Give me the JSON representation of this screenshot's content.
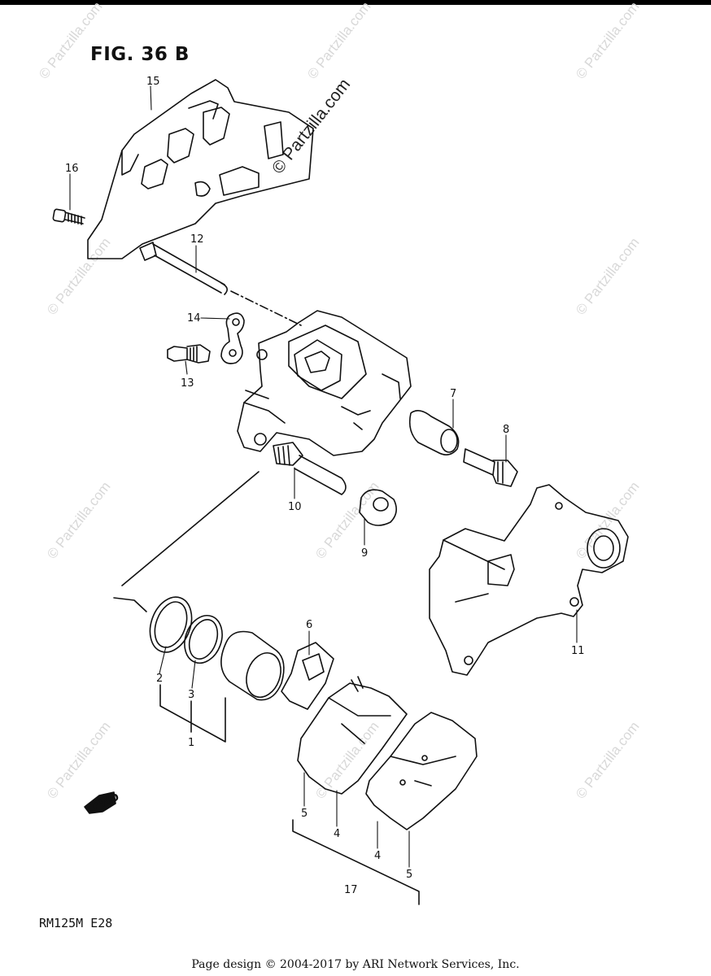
{
  "figure": {
    "title": "FIG. 36 B",
    "model_code": "RM125M  E28",
    "copyright_mark": "© Partzilla.com",
    "watermark_text": "© Partzilla.com",
    "fwd_label": "FWD"
  },
  "footer": {
    "text": "Page design © 2004-2017 by ARI Network Services, Inc."
  },
  "callouts": [
    {
      "id": "c15",
      "label": "15"
    },
    {
      "id": "c16",
      "label": "16"
    },
    {
      "id": "c12",
      "label": "12"
    },
    {
      "id": "c14",
      "label": "14"
    },
    {
      "id": "c13",
      "label": "13"
    },
    {
      "id": "c7",
      "label": "7"
    },
    {
      "id": "c8",
      "label": "8"
    },
    {
      "id": "c10",
      "label": "10"
    },
    {
      "id": "c9",
      "label": "9"
    },
    {
      "id": "c11",
      "label": "11"
    },
    {
      "id": "c6",
      "label": "6"
    },
    {
      "id": "c2",
      "label": "2"
    },
    {
      "id": "c3",
      "label": "3"
    },
    {
      "id": "c1",
      "label": "1"
    },
    {
      "id": "c5a",
      "label": "5"
    },
    {
      "id": "c4a",
      "label": "4"
    },
    {
      "id": "c4b",
      "label": "4"
    },
    {
      "id": "c5b",
      "label": "5"
    },
    {
      "id": "c17",
      "label": "17"
    }
  ],
  "colors": {
    "line": "#111111",
    "watermark": "#d8d8d8",
    "rule": "#000000"
  }
}
